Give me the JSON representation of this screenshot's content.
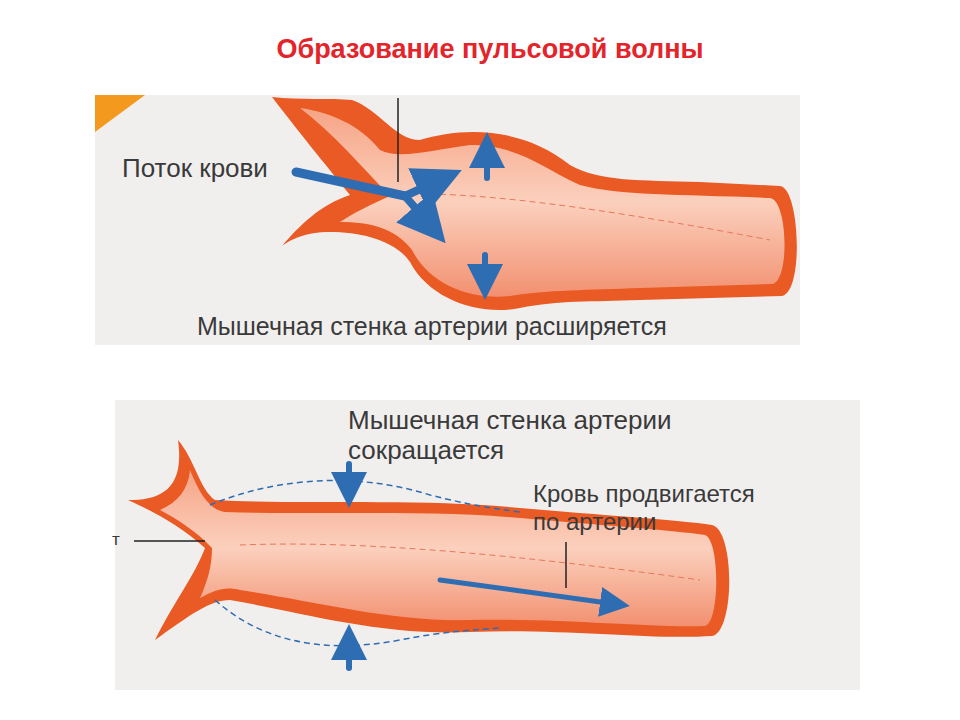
{
  "diagram": {
    "title": "Образование пульсовой волны",
    "labels": [
      "Поток крови",
      "Мышечная стенка артерии расширяется",
      "Мышечная стенка артерии сокращается",
      "Кровь продвигается по артерии",
      "т"
    ]
  }
}
